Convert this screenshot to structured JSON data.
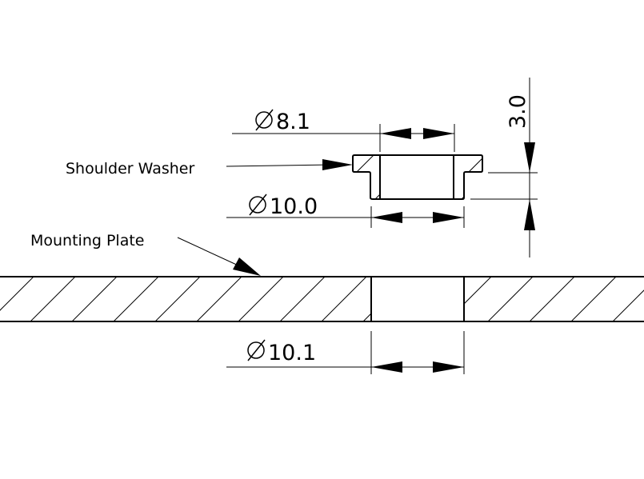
{
  "labels": {
    "shoulder_washer": "Shoulder Washer",
    "mounting_plate": "Mounting Plate"
  },
  "dimensions": {
    "washer_inner_diameter": "8.1",
    "washer_outer_diameter": "10.0",
    "plate_hole_diameter": "10.1",
    "flange_height": "3.0"
  },
  "colors": {
    "line": "#000000",
    "background": "#ffffff"
  }
}
